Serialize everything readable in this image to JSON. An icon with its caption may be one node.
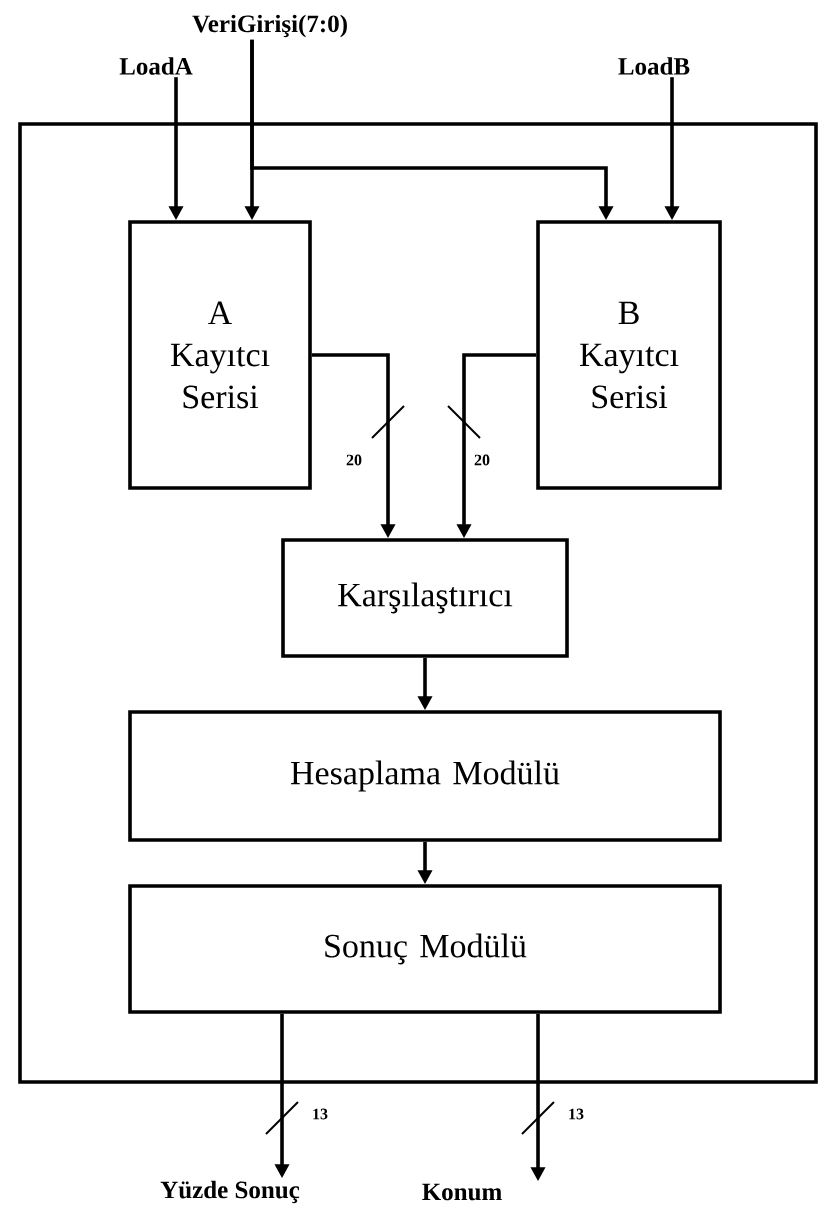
{
  "diagram": {
    "nodes": [
      {
        "text": [],
        "shape": "box"
      },
      {
        "text": [
          "A Kayıtcı Serisi"
        ],
        "in": 0
      },
      {
        "text": [
          "B Kayıtcı Serisi"
        ],
        "in": 0
      },
      {
        "text": [
          "Karşılaştırıcı"
        ],
        "in": 0
      },
      {
        "text": [
          "Hesaplama Modülü"
        ],
        "in": 0
      },
      {
        "text": [
          "Sonuç Modülü"
        ],
        "in": 0
      },
      {
        "text": [
          "LoadA"
        ]
      },
      {
        "text": [
          "VeriGirişi(7:0)"
        ]
      },
      {
        "text": [
          "LoadB"
        ]
      },
      {
        "text": [
          "Yüzde Sonuç"
        ]
      },
      {
        "text": [
          "Konum"
        ]
      }
    ],
    "edges": [
      {
        "from": 6,
        "to": 1,
        "arrow": "to"
      },
      {
        "from": 7,
        "to": 1,
        "arrow": "to"
      },
      {
        "from": 7,
        "to": 2,
        "arrow": "to"
      },
      {
        "from": 8,
        "to": 2,
        "arrow": "to"
      },
      {
        "from": 1,
        "to": 3,
        "arrow": "to",
        "label": "20"
      },
      {
        "from": 2,
        "to": 3,
        "arrow": "to",
        "label": "20"
      },
      {
        "from": 3,
        "to": 4,
        "arrow": "to"
      },
      {
        "from": 4,
        "to": 5,
        "arrow": "to"
      },
      {
        "from": 5,
        "to": 9,
        "arrow": "to",
        "label": "13"
      },
      {
        "from": 5,
        "to": 10,
        "arrow": "to",
        "label": "13"
      }
    ]
  }
}
